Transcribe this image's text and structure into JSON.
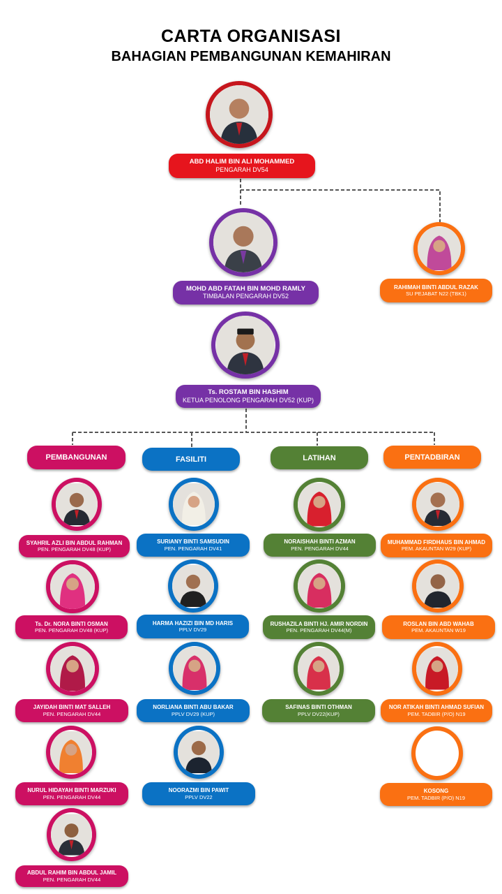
{
  "header": {
    "title": "CARTA ORGANISASI",
    "subtitle": "BAHAGIAN PEMBANGUNAN KEMAHIRAN"
  },
  "colors": {
    "director": "#e6151d",
    "deputy": "#7631a6",
    "pembangunan": "#cc1062",
    "fasiliti": "#0b72c4",
    "latihan": "#548135",
    "pentadbiran": "#fa7012",
    "connector": "#555555"
  },
  "director": {
    "name": "ABD HALIM BIN ALI MOHAMMED",
    "role": "PENGARAH DV54"
  },
  "secretary": {
    "name": "RAHIMAH  BINTI  ABDUL RAZAK",
    "role": "SU PEJABAT  N22 (TBK1)"
  },
  "deputy": {
    "name": "MOHD ABD FATAH BIN MOHD RAMLY",
    "role": "TIMBALAN PENGARAH DV52"
  },
  "assistant_head": {
    "name": "Ts. ROSTAM BIN HASHIM",
    "role": "KETUA PENOLONG PENGARAH DV52 (KUP)"
  },
  "units": [
    {
      "name": "PEMBANGUNAN",
      "members": [
        {
          "name": "SYAHRIL  AZLI BIN ABDUL RAHMAN",
          "role": "PEN. PENGARAH DV48 (KUP)"
        },
        {
          "name": "Ts. Dr. NORA BINTI  OSMAN",
          "role": "PEN. PENGARAH DV48 (KUP)"
        },
        {
          "name": "JAYIDAH  BINTI MAT SALLEH",
          "role": "PEN. PENGARAH DV44"
        },
        {
          "name": "NURUL HIDAYAH BINTI MARZUKI",
          "role": "PEN. PENGARAH DV44"
        },
        {
          "name": "ABDUL RAHIM  BIN ABDUL JAMIL",
          "role": "PEN. PENGARAH DV44"
        }
      ]
    },
    {
      "name": "FASILITI",
      "members": [
        {
          "name": "SURIANY  BINTI  SAMSUDIN",
          "role": "PEN. PENGARAH DV41"
        },
        {
          "name": "HARMA HAZIZI BIN MD HARIS",
          "role": "PPLV DV29"
        },
        {
          "name": "NORLIANA  BINTI  ABU BAKAR",
          "role": "PPLV DV29 (KUP)"
        },
        {
          "name": "NOORAZMI  BIN  PAWIT",
          "role": "PPLV DV22"
        }
      ]
    },
    {
      "name": "LATIHAN",
      "members": [
        {
          "name": "NORAISHAH   BINTI  AZMAN",
          "role": "PEN. PENGARAH  DV44"
        },
        {
          "name": "RUSHAZILA  BINTI  HJ. AMIR  NORDIN",
          "role": "PEN. PENGARAH DV44(M)"
        },
        {
          "name": "SAFINAS  BINTI OTHMAN",
          "role": "PPLV DV22(KUP)"
        }
      ]
    },
    {
      "name": "PENTADBIRAN",
      "members": [
        {
          "name": "MUHAMMAD  FIRDHAUS  BIN AHMAD",
          "role": "PEM. AKAUNTAN  W29 (KUP)"
        },
        {
          "name": "ROSLAN  BIN  ABD  WAHAB",
          "role": "PEM.  AKAUNTAN  W19"
        },
        {
          "name": "NOR ATIKAH  BINTI  AHMAD SUFIAN",
          "role": "PEM.  TADBIR  (P/O) N19"
        },
        {
          "name": "KOSONG",
          "role": "PEM.  TADBIR  (P/O) N19"
        }
      ]
    }
  ]
}
